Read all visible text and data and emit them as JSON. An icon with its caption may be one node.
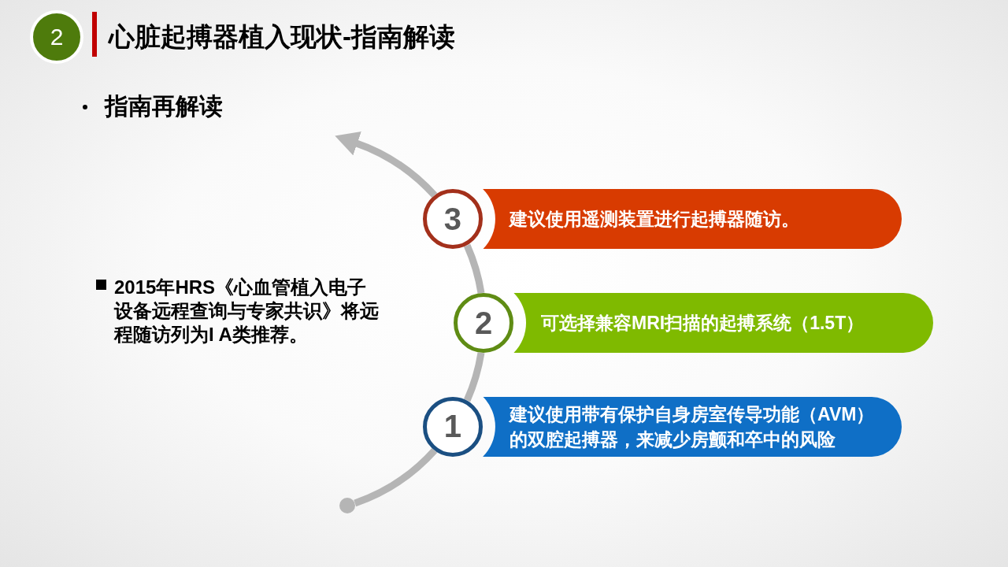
{
  "diagram": {
    "title": "心脏起搏器植入现状-指南解读",
    "nodes": [
      {
        "text": [
          "2"
        ]
      },
      {
        "text": [
          "3"
        ]
      },
      {
        "text": [
          "建议使用遥测装置进行起搏器随访。"
        ]
      },
      {
        "text": [
          "2"
        ]
      },
      {
        "text": [
          "可选择兼容MRI扫描的起搏系统（1.5T）"
        ]
      },
      {
        "text": [
          "1"
        ]
      },
      {
        "text": [
          "建议使用带有保护自身房室传导功能（AVM）的双腔起搏器，来减少房颤和卒中的风险"
        ]
      },
      {
        "text": [],
        "shape": "circle"
      }
    ],
    "edges": [
      {
        "from": 7,
        "to": 5,
        "arrow": "none"
      },
      {
        "from": 5,
        "to": 3,
        "arrow": "none"
      },
      {
        "from": 3,
        "to": 1,
        "arrow": "none"
      },
      {
        "from": 1,
        "to": null,
        "arrow": "to"
      }
    ],
    "labels": [
      "指南再解读",
      "2015年HRS《心血管植入电子设备远程查询与专家共识》将远程随访列为I A类推荐。"
    ]
  }
}
